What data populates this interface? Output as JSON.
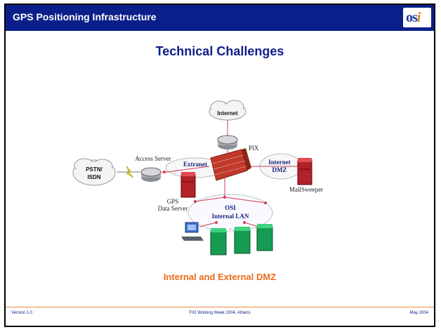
{
  "header": {
    "title": "GPS Positioning Infrastructure",
    "logo_text": "os",
    "logo_accent": "i"
  },
  "slide": {
    "title": "Technical Challenges",
    "subtitle": "Internal and External DMZ"
  },
  "diagram": {
    "internet": "Internet",
    "pstn": [
      "PSTN/",
      "ISDN"
    ],
    "access_server": "Access Server",
    "extranet": "Extranet",
    "pix": "PIX",
    "internet_dmz": [
      "Internet",
      "DMZ"
    ],
    "gps_server": [
      "GPS",
      "Data Server"
    ],
    "mailsweeper": "MailSweeper",
    "osi_lan": [
      "OSI",
      "Internal LAN"
    ]
  },
  "footer": {
    "left": "Version 1.0",
    "center": "FIG Working Week 2004, Athens",
    "right": "May 2004"
  },
  "colors": {
    "header_bg": "#0b1f8a",
    "title": "#0b1f8a",
    "subtitle": "#ee6b1c",
    "footer_line": "#e58a3e"
  }
}
